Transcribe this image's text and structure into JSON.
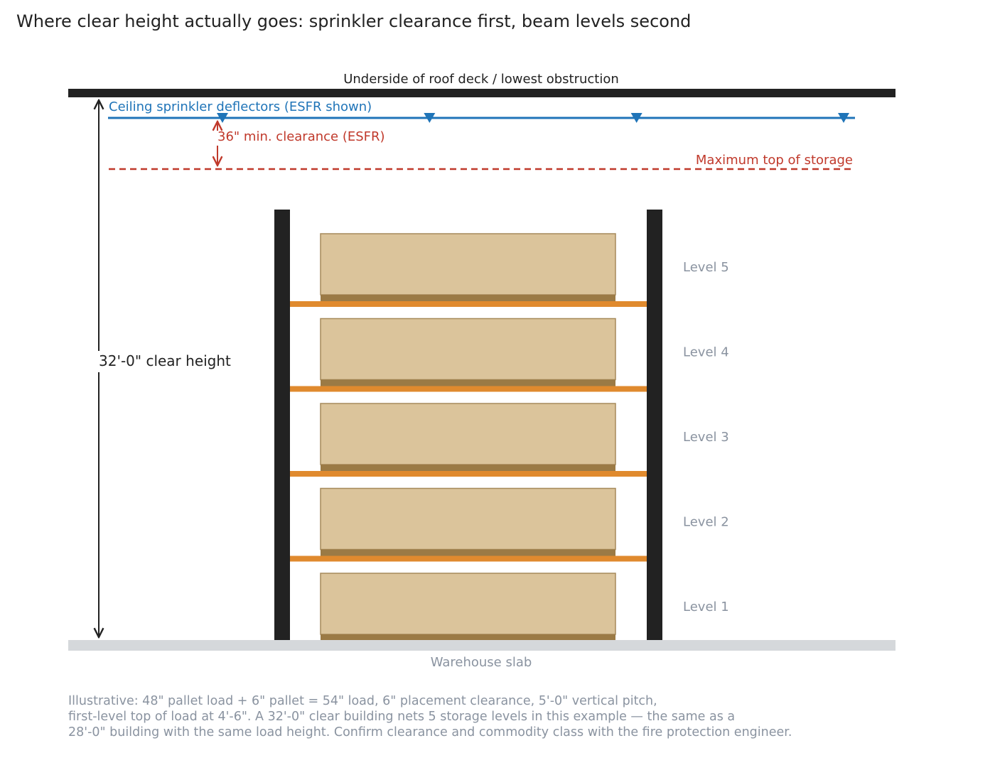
{
  "title": "Where clear height actually goes: sprinkler clearance first, beam levels second",
  "roof_label": "Underside of roof deck / lowest obstruction",
  "sprinkler_label": "Ceiling sprinkler deflectors (ESFR shown)",
  "clearance_label": "36\" min. clearance (ESFR)",
  "max_storage_label": "Maximum top of storage",
  "clear_height_label": "32'-0\" clear height",
  "slab_label": "Warehouse slab",
  "levels": [
    "Level 5",
    "Level 4",
    "Level 3",
    "Level 2",
    "Level 1"
  ],
  "sprinkler_count": 4,
  "caption_lines": [
    "Illustrative: 48\" pallet load + 6\" pallet = 54\" load, 6\" placement clearance, 5'-0\" vertical pitch,",
    "first-level top of load at 4'-6\". A 32'-0\" clear building nets 5 storage levels in this example — the same as a",
    "28'-0\" building with the same load height. Confirm clearance and commodity class with the fire protection engineer."
  ],
  "colors": {
    "roof": "#222222",
    "sprinkler": "#1f74b8",
    "clearance": "#c0392b",
    "upright": "#222222",
    "beam": "#e08a2e",
    "load_fill": "#dbc49b",
    "load_stroke": "#a68a5b",
    "pallet": "#9b7a45",
    "slab": "#d5d8db",
    "muted_text": "#8a93a0",
    "dark_text": "#222222"
  }
}
